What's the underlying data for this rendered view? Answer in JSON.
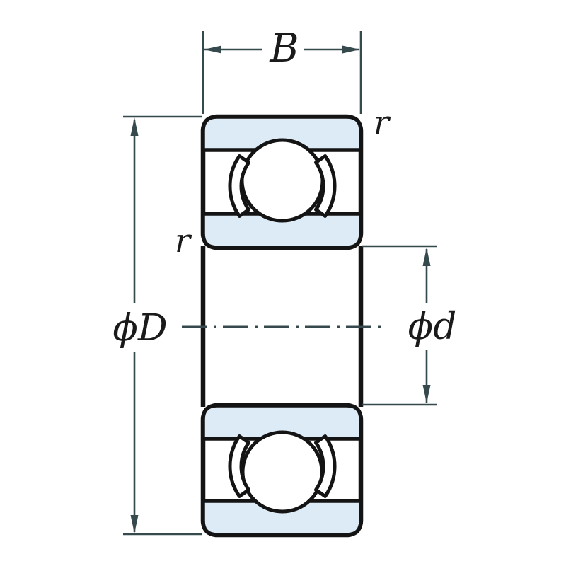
{
  "diagram": {
    "labels": {
      "width_dim": "B",
      "outer_dia_dim": "ϕD",
      "bore_dia_dim": "ϕd",
      "chamfer_outer": "r",
      "chamfer_inner": "r"
    },
    "colors": {
      "ring_fill": "#dcebf6",
      "outline": "#141414",
      "dimension_line": "#36494d",
      "label_text": "#1a1a1a",
      "background": "#ffffff"
    }
  }
}
